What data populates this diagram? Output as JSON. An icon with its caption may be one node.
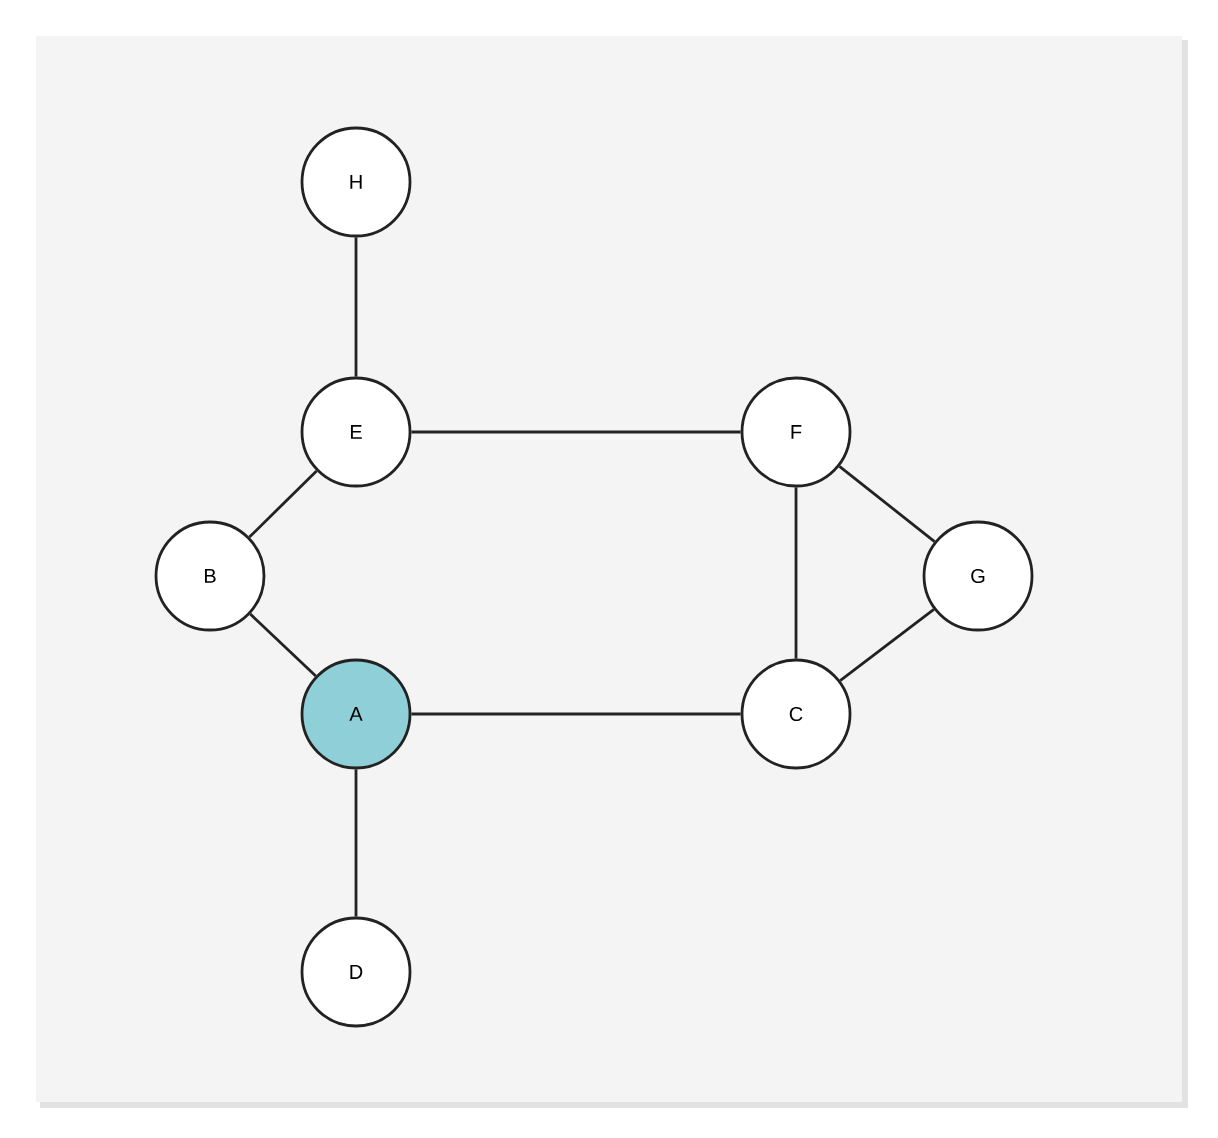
{
  "diagram": {
    "nodes": [
      {
        "text": [
          "H"
        ]
      },
      {
        "text": [
          "E"
        ]
      },
      {
        "text": [
          "F"
        ]
      },
      {
        "text": [
          "B"
        ]
      },
      {
        "text": [
          "G"
        ]
      },
      {
        "text": [
          "A"
        ]
      },
      {
        "text": [
          "C"
        ]
      },
      {
        "text": [
          "D"
        ]
      }
    ],
    "edges": [
      {
        "from": 0,
        "to": 1,
        "arrow": "none"
      },
      {
        "from": 1,
        "to": 2,
        "arrow": "none"
      },
      {
        "from": 1,
        "to": 3,
        "arrow": "none"
      },
      {
        "from": 2,
        "to": 4,
        "arrow": "none"
      },
      {
        "from": 2,
        "to": 6,
        "arrow": "none"
      },
      {
        "from": 3,
        "to": 5,
        "arrow": "none"
      },
      {
        "from": 4,
        "to": 6,
        "arrow": "none"
      },
      {
        "from": 5,
        "to": 6,
        "arrow": "none"
      },
      {
        "from": 5,
        "to": 7,
        "arrow": "none"
      }
    ]
  }
}
